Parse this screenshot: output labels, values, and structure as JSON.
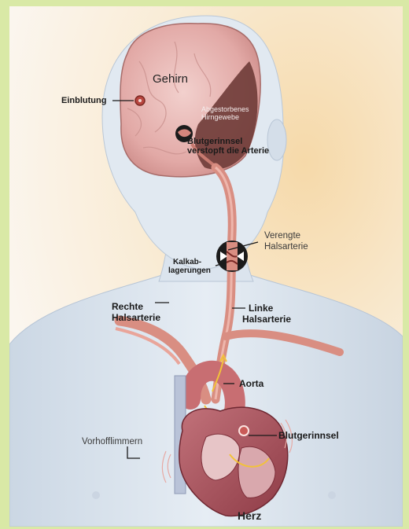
{
  "labels": {
    "brain": "Gehirn",
    "bleeding": "Einblutung",
    "dead_tissue_1": "Abgestorbenes",
    "dead_tissue_2": "Hirngewebe",
    "clot_blocks_1": "Blutgerinnsel",
    "clot_blocks_2": "verstopft die Arterie",
    "narrowed_1": "Verengte",
    "narrowed_2": "Halsarterie",
    "calc_1": "Kalkab-",
    "calc_2": "lagerungen",
    "right_artery_1": "Rechte",
    "right_artery_2": "Halsarterie",
    "left_artery_1": "Linke",
    "left_artery_2": "Halsarterie",
    "aorta": "Aorta",
    "clot": "Blutgerinnsel",
    "afib": "Vorhofflimmern",
    "heart": "Herz"
  },
  "colors": {
    "frame": "#d9e9a6",
    "body_skin": "#dde6ef",
    "brain": "#e8b7b5",
    "artery": "#d98f82",
    "dark_tissue": "#6b3a36"
  }
}
